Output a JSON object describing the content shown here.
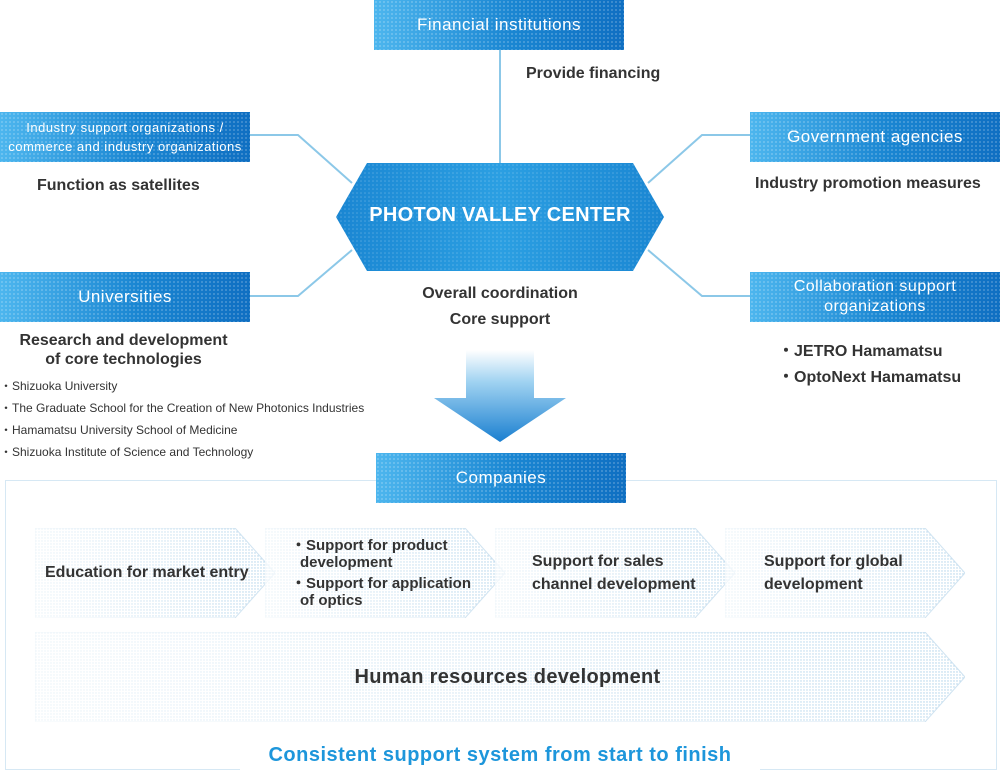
{
  "nodes": {
    "financial": "Financial institutions",
    "financial_role": "Provide financing",
    "industry_line1": "Industry support organizations /",
    "industry_line2": "commerce and industry organizations",
    "industry_role": "Function as satellites",
    "government": "Government agencies",
    "government_role": "Industry promotion measures",
    "center": "PHOTON VALLEY CENTER",
    "center_role_line1": "Overall coordination",
    "center_role_line2": "Core support",
    "universities": "Universities",
    "universities_role_line1": "Research and development",
    "universities_role_line2": "of core technologies",
    "universities_list": [
      "・Shizuoka University",
      "・The Graduate School for the Creation of New Photonics Industries",
      "・Hamamatsu University School of Medicine",
      "・Shizuoka Institute of Science and Technology"
    ],
    "collab_line1": "Collaboration support",
    "collab_line2": "organizations",
    "collab_list": [
      "・JETRO Hamamatsu",
      "・OptoNext Hamamatsu"
    ],
    "companies": "Companies"
  },
  "steps": {
    "s1": "Education for market entry",
    "s2_a1": "・Support for product",
    "s2_a2": "development",
    "s2_b1": "・Support for application",
    "s2_b2": "of optics",
    "s3_line1": "Support for sales",
    "s3_line2": "channel development",
    "s4_line1": "Support for global",
    "s4_line2": "development",
    "hr": "Human resources development"
  },
  "footer": "Consistent support system from start to finish",
  "colors": {
    "accent": "#1d96db",
    "line": "#8cc8e8"
  }
}
